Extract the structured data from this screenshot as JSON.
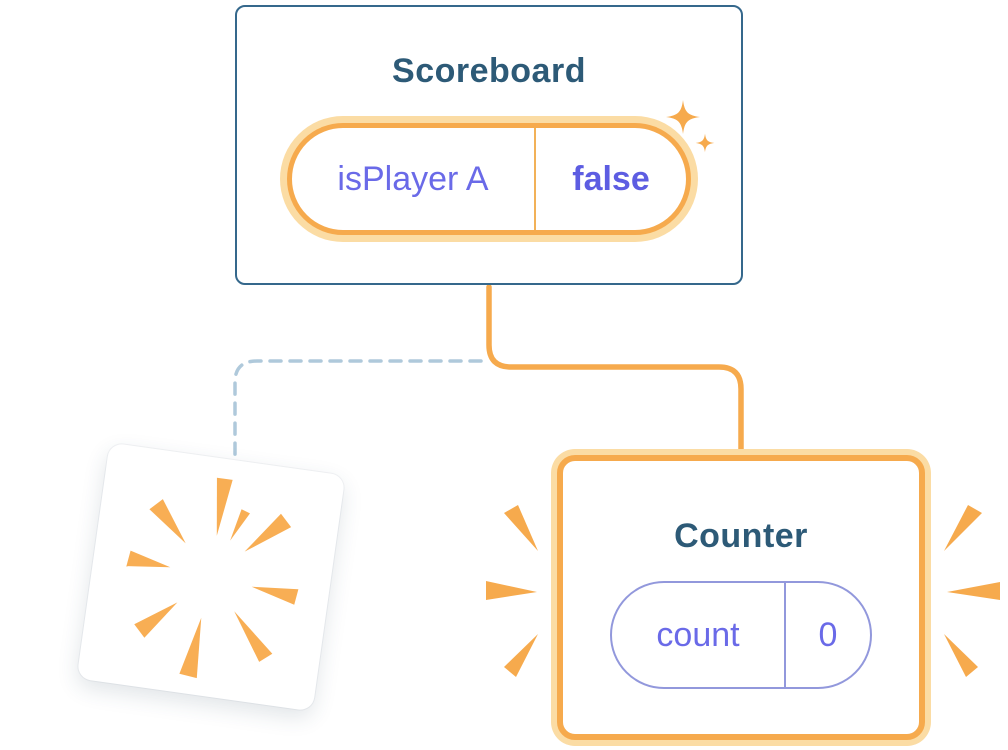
{
  "scoreboard": {
    "title": "Scoreboard",
    "state": {
      "name": "isPlayer A",
      "value": "false"
    }
  },
  "counter": {
    "title": "Counter",
    "state": {
      "name": "count",
      "value": "0"
    }
  },
  "icons": {
    "sparkle": "sparkle-icon",
    "poof_burst": "poof-burst-icon",
    "emphasis_rays": "emphasis-rays-icon"
  },
  "colors": {
    "accent_orange": "#F6AA4D",
    "accent_orange_light": "#FBDCA4",
    "title_blue": "#2D5A77",
    "card_border_blue": "#35688C",
    "state_purple": "#6A6AE8",
    "state_purple_bold": "#5D5DE2",
    "pill_purple_border": "#9298DC",
    "dashed_line_blue": "#AFC9DB"
  }
}
